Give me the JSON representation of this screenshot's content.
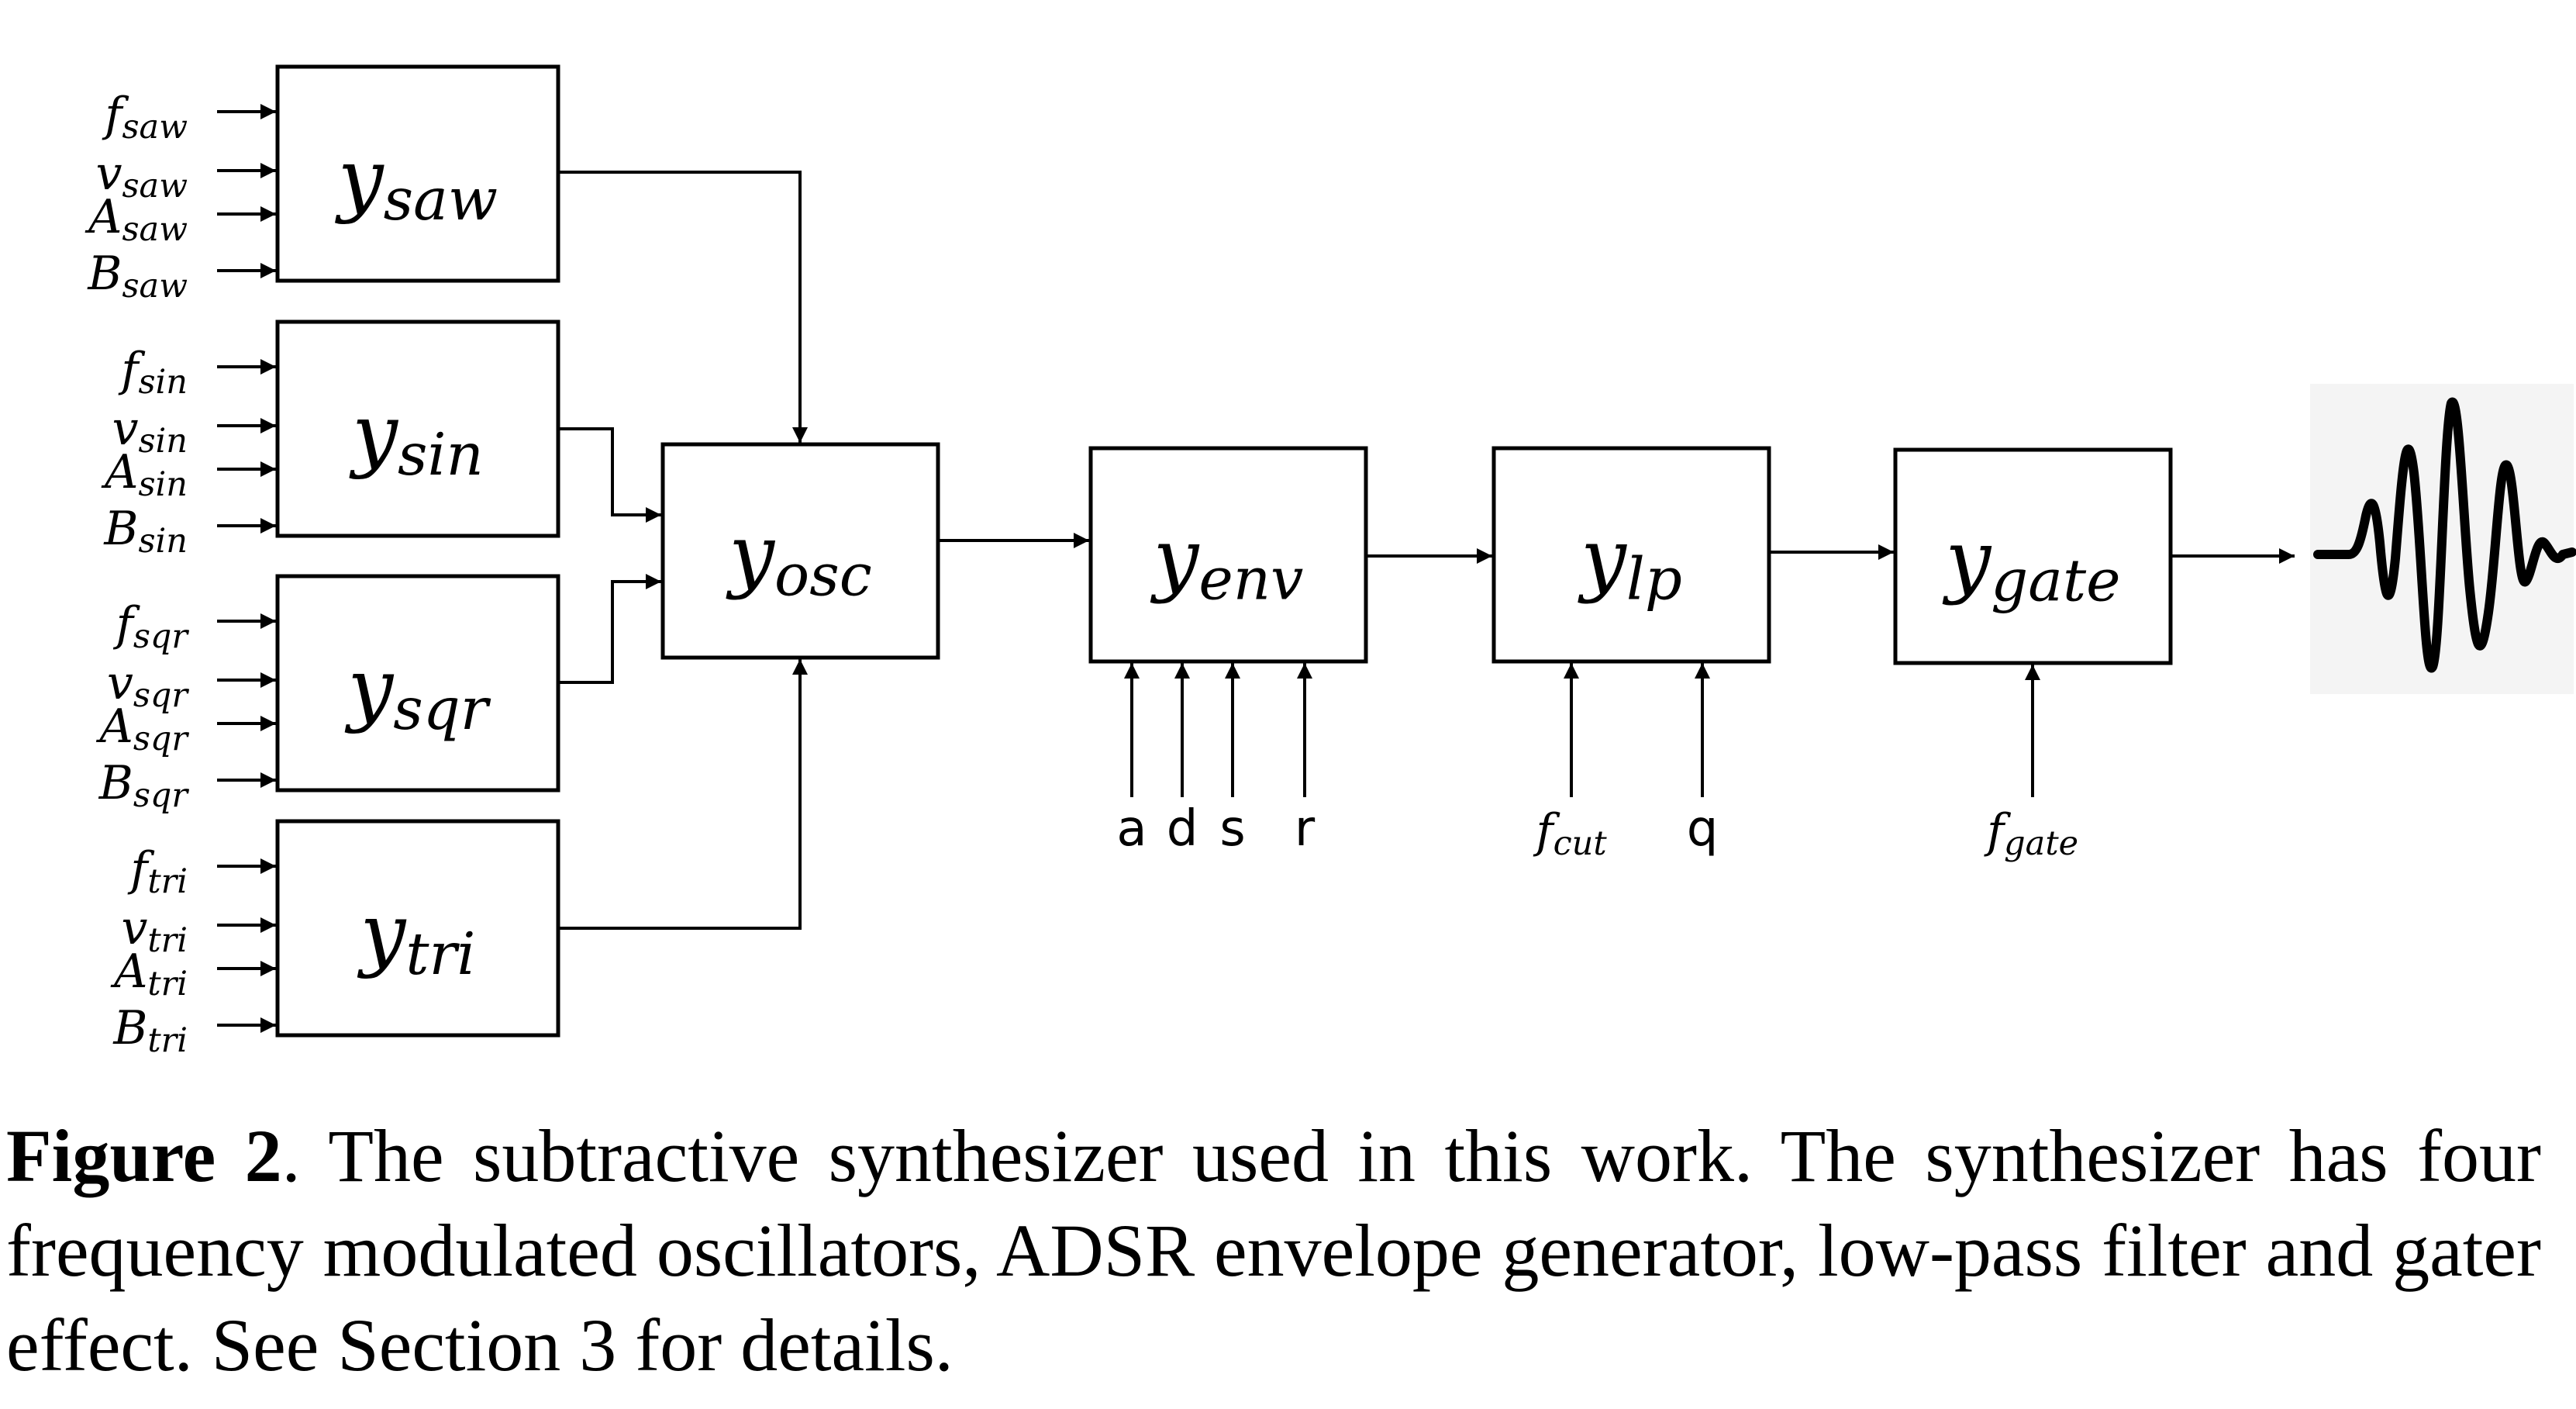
{
  "oscillators": [
    {
      "id": "saw",
      "block": [
        "y",
        "saw"
      ],
      "inputs": [
        [
          "f",
          "saw"
        ],
        [
          "v",
          "saw"
        ],
        [
          "A",
          "saw"
        ],
        [
          "B",
          "saw"
        ]
      ]
    },
    {
      "id": "sin",
      "block": [
        "y",
        "sin"
      ],
      "inputs": [
        [
          "f",
          "sin"
        ],
        [
          "v",
          "sin"
        ],
        [
          "A",
          "sin"
        ],
        [
          "B",
          "sin"
        ]
      ]
    },
    {
      "id": "sqr",
      "block": [
        "y",
        "sqr"
      ],
      "inputs": [
        [
          "f",
          "sqr"
        ],
        [
          "v",
          "sqr"
        ],
        [
          "A",
          "sqr"
        ],
        [
          "B",
          "sqr"
        ]
      ]
    },
    {
      "id": "tri",
      "block": [
        "y",
        "tri"
      ],
      "inputs": [
        [
          "f",
          "tri"
        ],
        [
          "v",
          "tri"
        ],
        [
          "A",
          "tri"
        ],
        [
          "B",
          "tri"
        ]
      ]
    }
  ],
  "stages": [
    {
      "id": "osc",
      "block": [
        "y",
        "osc"
      ],
      "inputs": []
    },
    {
      "id": "env",
      "block": [
        "y",
        "env"
      ],
      "inputs": [
        [
          "a",
          ""
        ],
        [
          "d",
          ""
        ],
        [
          "s",
          ""
        ],
        [
          "r",
          ""
        ]
      ]
    },
    {
      "id": "lp",
      "block": [
        "y",
        "lp"
      ],
      "inputs": [
        [
          "f",
          "cut"
        ],
        [
          "q",
          ""
        ]
      ]
    },
    {
      "id": "gate",
      "block": [
        "y",
        "gate"
      ],
      "inputs": [
        [
          "f",
          "gate"
        ]
      ]
    }
  ],
  "caption": {
    "label": "Figure 2",
    "text": ". The subtractive synthesizer used in this work. The synthesizer has four frequency modulated oscillators, ADSR envelope generator, low-pass filter and gater effect. See Section 3 for details."
  }
}
